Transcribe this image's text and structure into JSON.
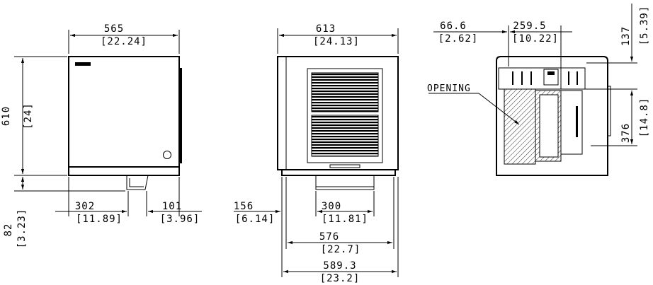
{
  "colors": {
    "line": "#000000",
    "background": "#ffffff"
  },
  "side_view": {
    "width_mm": "565",
    "width_in": "[22.24]",
    "height_mm": "610",
    "height_in": "[24]",
    "base_mm": "82",
    "base_in": "[3.23]",
    "drain_left_mm": "302",
    "drain_left_in": "[11.89]",
    "drain_right_mm": "101",
    "drain_right_in": "[3.96]"
  },
  "front_view": {
    "width_mm": "613",
    "width_in": "[24.13]",
    "offset_mm": "156",
    "offset_in": "[6.14]",
    "duct_mm": "300",
    "duct_in": "[11.81]",
    "inner_width_mm": "576",
    "inner_width_in": "[22.7]",
    "base_width_mm": "589.3",
    "base_width_in": "[23.2]"
  },
  "top_view": {
    "offset_a_mm": "66.6",
    "offset_a_in": "[2.62]",
    "offset_b_mm": "259.5",
    "offset_b_in": "[10.22]",
    "top_mm": "137",
    "top_in": "[5.39]",
    "opening_h_mm": "376",
    "opening_h_in": "[14.8]",
    "opening_label": "OPENING"
  }
}
